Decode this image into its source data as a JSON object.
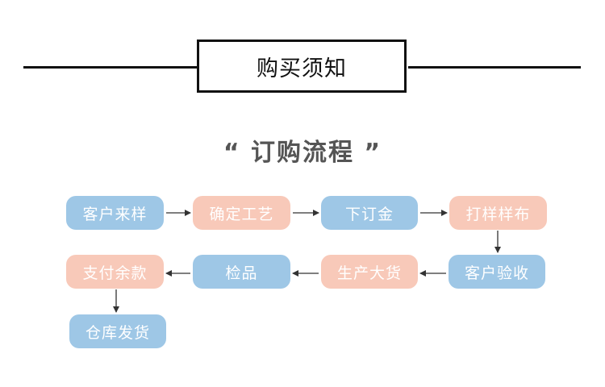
{
  "header": {
    "title": "购买须知"
  },
  "section": {
    "title": "“ 订购流程 ”"
  },
  "flow": {
    "steps": [
      {
        "label": "客户来样",
        "color": "blue"
      },
      {
        "label": "确定工艺",
        "color": "pink"
      },
      {
        "label": "下订金",
        "color": "blue"
      },
      {
        "label": "打样样布",
        "color": "pink"
      },
      {
        "label": "客户验收",
        "color": "blue"
      },
      {
        "label": "生产大货",
        "color": "pink"
      },
      {
        "label": "检品",
        "color": "blue"
      },
      {
        "label": "支付余款",
        "color": "pink"
      },
      {
        "label": "仓库发货",
        "color": "blue"
      }
    ],
    "colors": {
      "blue": "#9ec7e6",
      "pink": "#f8c9b9",
      "arrow": "#333333"
    }
  }
}
